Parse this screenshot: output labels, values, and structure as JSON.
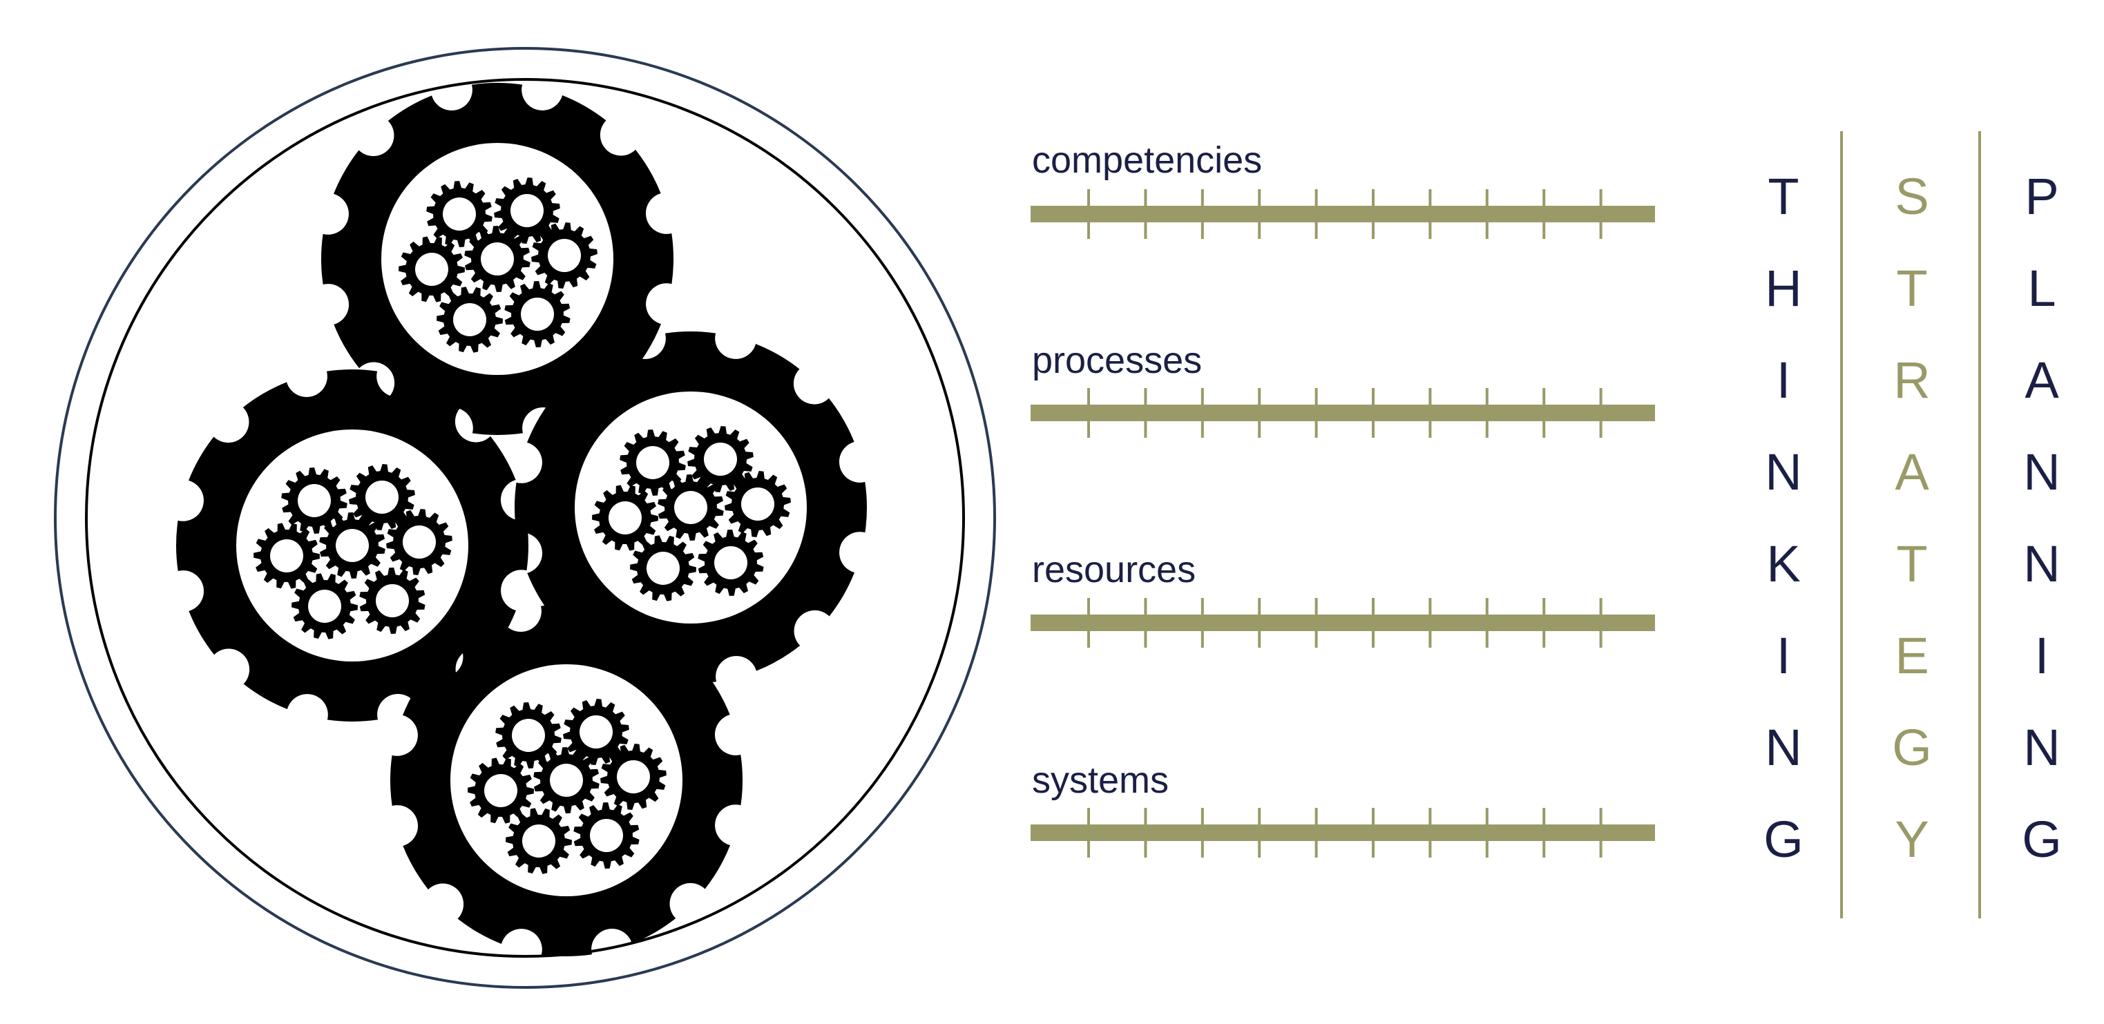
{
  "colors": {
    "navy": "#1b1f45",
    "olive": "#9a9a68",
    "gear": "#000000",
    "outer_ring": "#2a3a52",
    "inner_ring": "#000000"
  },
  "icons": [
    "gear-cluster-icon"
  ],
  "bars": [
    {
      "label": "competencies"
    },
    {
      "label": "processes"
    },
    {
      "label": "resources"
    },
    {
      "label": "systems"
    }
  ],
  "columns": [
    {
      "word": "THINKING",
      "color": "#1b1f45"
    },
    {
      "word": "STRATEGY",
      "color": "#9a9a68"
    },
    {
      "word": "PLANNING",
      "color": "#1b1f45"
    }
  ]
}
